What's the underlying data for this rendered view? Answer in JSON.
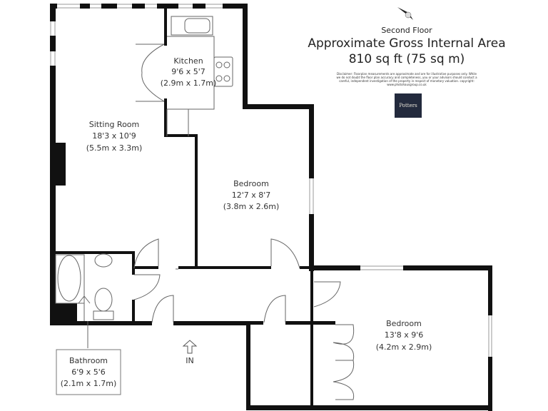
{
  "header": {
    "floor": "Second Floor",
    "area_title": "Approximate Gross Internal Area",
    "area_value": "810 sq ft  (75 sq m)",
    "disclaimer": "Disclaimer: Floorplan measurements are approximate and are for illustrative purposes only. While we do not doubt the floor plan accuracy and completeness, you or your advisors should conduct a careful, independent investigation of the property in respect of monetary valuation. copyright: www.photohausgroup.co.uk",
    "logo_text": "Potters",
    "compass_icon": "north-arrow-icon"
  },
  "rooms": {
    "kitchen": {
      "name": "Kitchen",
      "imperial": "9'6 x 5'7",
      "metric": "(2.9m x 1.7m)"
    },
    "sitting": {
      "name": "Sitting Room",
      "imperial": "18'3 x 10'9",
      "metric": "(5.5m x 3.3m)"
    },
    "bedroom1": {
      "name": "Bedroom",
      "imperial": "12'7 x 8'7",
      "metric": "(3.8m x 2.6m)"
    },
    "bedroom2": {
      "name": "Bedroom",
      "imperial": "13'8 x 9'6",
      "metric": "(4.2m x 2.9m)"
    },
    "bathroom": {
      "name": "Bathroom",
      "imperial": "6'9 x 5'6",
      "metric": "(2.1m x 1.7m)"
    }
  },
  "entrance_label": "IN",
  "colors": {
    "wall": "#111111",
    "logo_bg": "#232a3d"
  }
}
